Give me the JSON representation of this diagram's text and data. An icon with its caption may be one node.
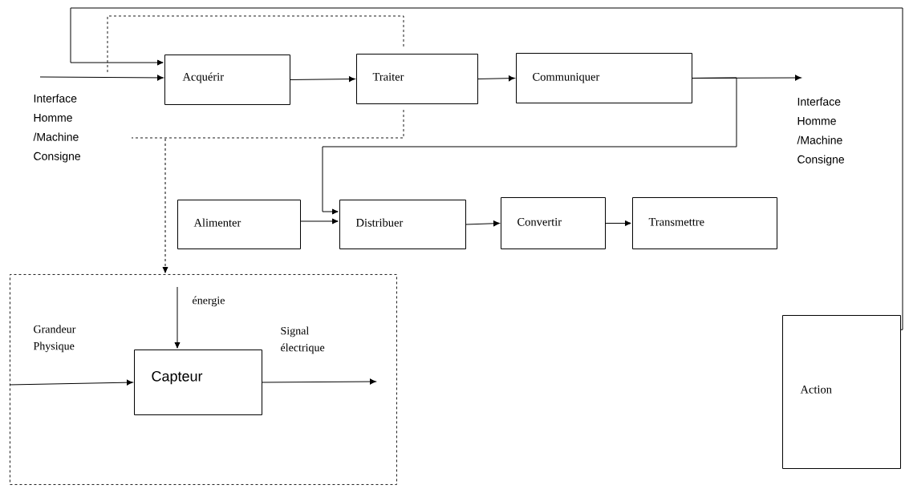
{
  "diagram": {
    "nodes": [
      {
        "text": [
          "Acquérir"
        ]
      },
      {
        "text": [
          "Traiter"
        ]
      },
      {
        "text": [
          "Communiquer"
        ]
      },
      {
        "text": [
          "Alimenter"
        ]
      },
      {
        "text": [
          "Distribuer"
        ]
      },
      {
        "text": [
          "Convertir"
        ]
      },
      {
        "text": [
          "Transmettre"
        ]
      },
      {
        "text": [],
        "shape": "box"
      },
      {
        "text": [
          "Capteur"
        ],
        "in": 7
      },
      {
        "text": [
          "Action"
        ]
      }
    ],
    "edges": [
      {
        "from": 0,
        "to": 1,
        "arrow": "to"
      },
      {
        "from": 1,
        "to": 2,
        "arrow": "to"
      },
      {
        "from": 2,
        "to": null,
        "arrow": "to",
        "label": "Interface Homme /Machine Consigne"
      },
      {
        "from": 2,
        "to": 4,
        "arrow": "to"
      },
      {
        "from": 3,
        "to": 4,
        "arrow": "to"
      },
      {
        "from": 4,
        "to": 5,
        "arrow": "to"
      },
      {
        "from": 5,
        "to": 6,
        "arrow": "to"
      },
      {
        "from": null,
        "to": 0,
        "arrow": "to",
        "label": "Interface Homme /Machine Consigne"
      },
      {
        "from": 9,
        "to": 0,
        "arrow": "to"
      },
      {
        "from": null,
        "to": 7,
        "arrow": "to",
        "style": "dashed"
      },
      {
        "from": null,
        "to": 8,
        "arrow": "to",
        "label": "énergie"
      },
      {
        "from": null,
        "to": 8,
        "arrow": "to",
        "label": "Grandeur Physique"
      },
      {
        "from": 8,
        "to": null,
        "arrow": "to",
        "label": "Signal électrique"
      }
    ]
  }
}
